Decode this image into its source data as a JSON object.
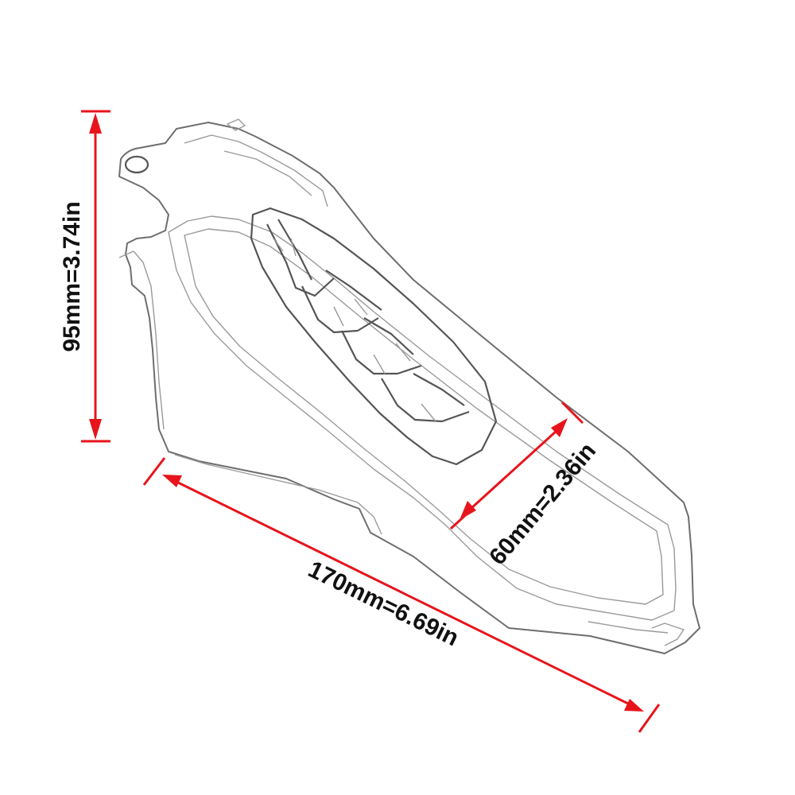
{
  "dimensions": {
    "height_label": "95mm=3.74in",
    "length_label": "170mm=6.69in",
    "width_label": "60mm=2.36in"
  },
  "colors": {
    "dimension_line": "#e8141b",
    "outline": "#6e6e6e",
    "background": "#ffffff"
  }
}
